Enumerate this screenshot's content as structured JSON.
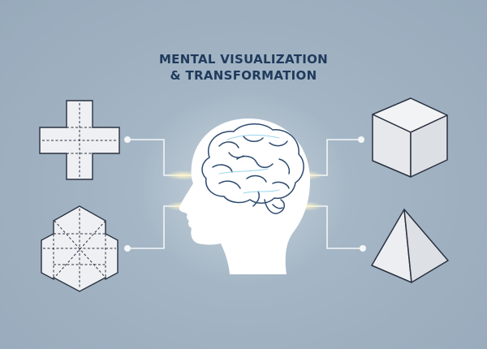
{
  "title": {
    "line1": "MENTAL VISUALIZATION",
    "line2": "& TRANSFORMATION"
  },
  "colors": {
    "background": "#9fb1c1",
    "title": "#1f3a5c",
    "shape_fill": "#eef0f3",
    "shape_stroke": "#2a3140",
    "connector": "#f4f6f8",
    "brain_stroke": "#2d4a6e",
    "head_fill": "#ffffff",
    "glow": "#f5e9a8"
  },
  "nodes": [
    {
      "id": "cross-net",
      "kind": "2d-net",
      "icon": "cross-net-icon"
    },
    {
      "id": "hexagon-net",
      "kind": "2d-net",
      "icon": "hexagon-net-icon"
    },
    {
      "id": "cube",
      "kind": "3d-solid",
      "icon": "cube-icon"
    },
    {
      "id": "pyramid",
      "kind": "3d-solid",
      "icon": "pyramid-icon"
    }
  ],
  "center": {
    "icon": "head-brain-icon"
  }
}
